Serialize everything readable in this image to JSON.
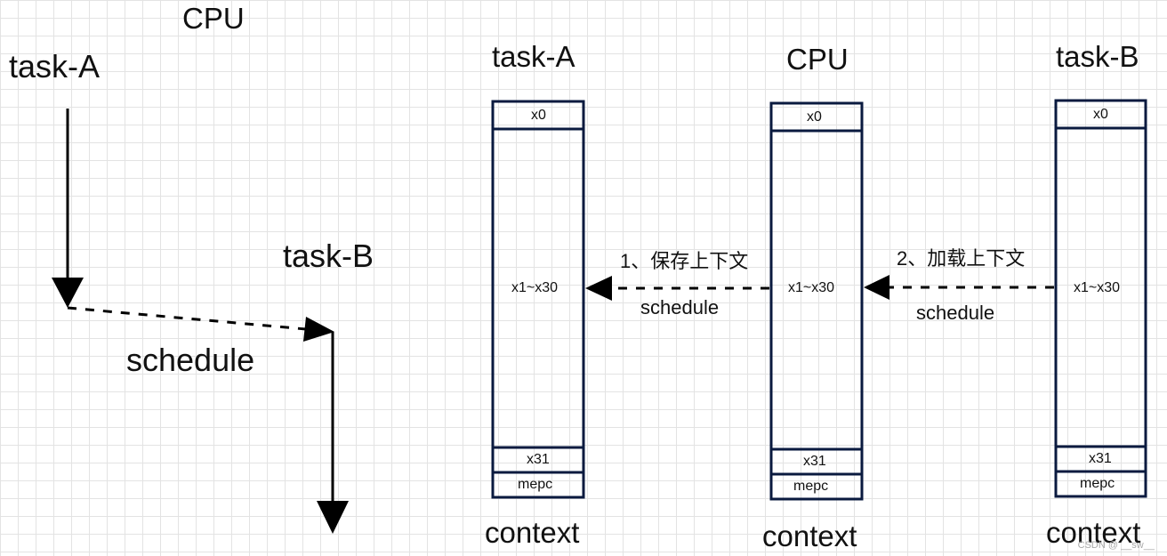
{
  "left": {
    "cpu_label": "CPU",
    "task_a_label": "task-A",
    "task_b_label": "task-B",
    "schedule_label": "schedule"
  },
  "columns": [
    {
      "title": "task-A",
      "top_reg": "x0",
      "mid_reg": "x1~x30",
      "reg31": "x31",
      "mepc": "mepc",
      "caption": "context"
    },
    {
      "title": "CPU",
      "top_reg": "x0",
      "mid_reg": "x1~x30",
      "reg31": "x31",
      "mepc": "mepc",
      "caption": "context"
    },
    {
      "title": "task-B",
      "top_reg": "x0",
      "mid_reg": "x1~x30",
      "reg31": "x31",
      "mepc": "mepc",
      "caption": "context"
    }
  ],
  "arrows": [
    {
      "step": "1、保存上下文",
      "label": "schedule"
    },
    {
      "step": "2、加载上下文",
      "label": "schedule"
    }
  ],
  "watermark": "CSDN @ __sw__"
}
